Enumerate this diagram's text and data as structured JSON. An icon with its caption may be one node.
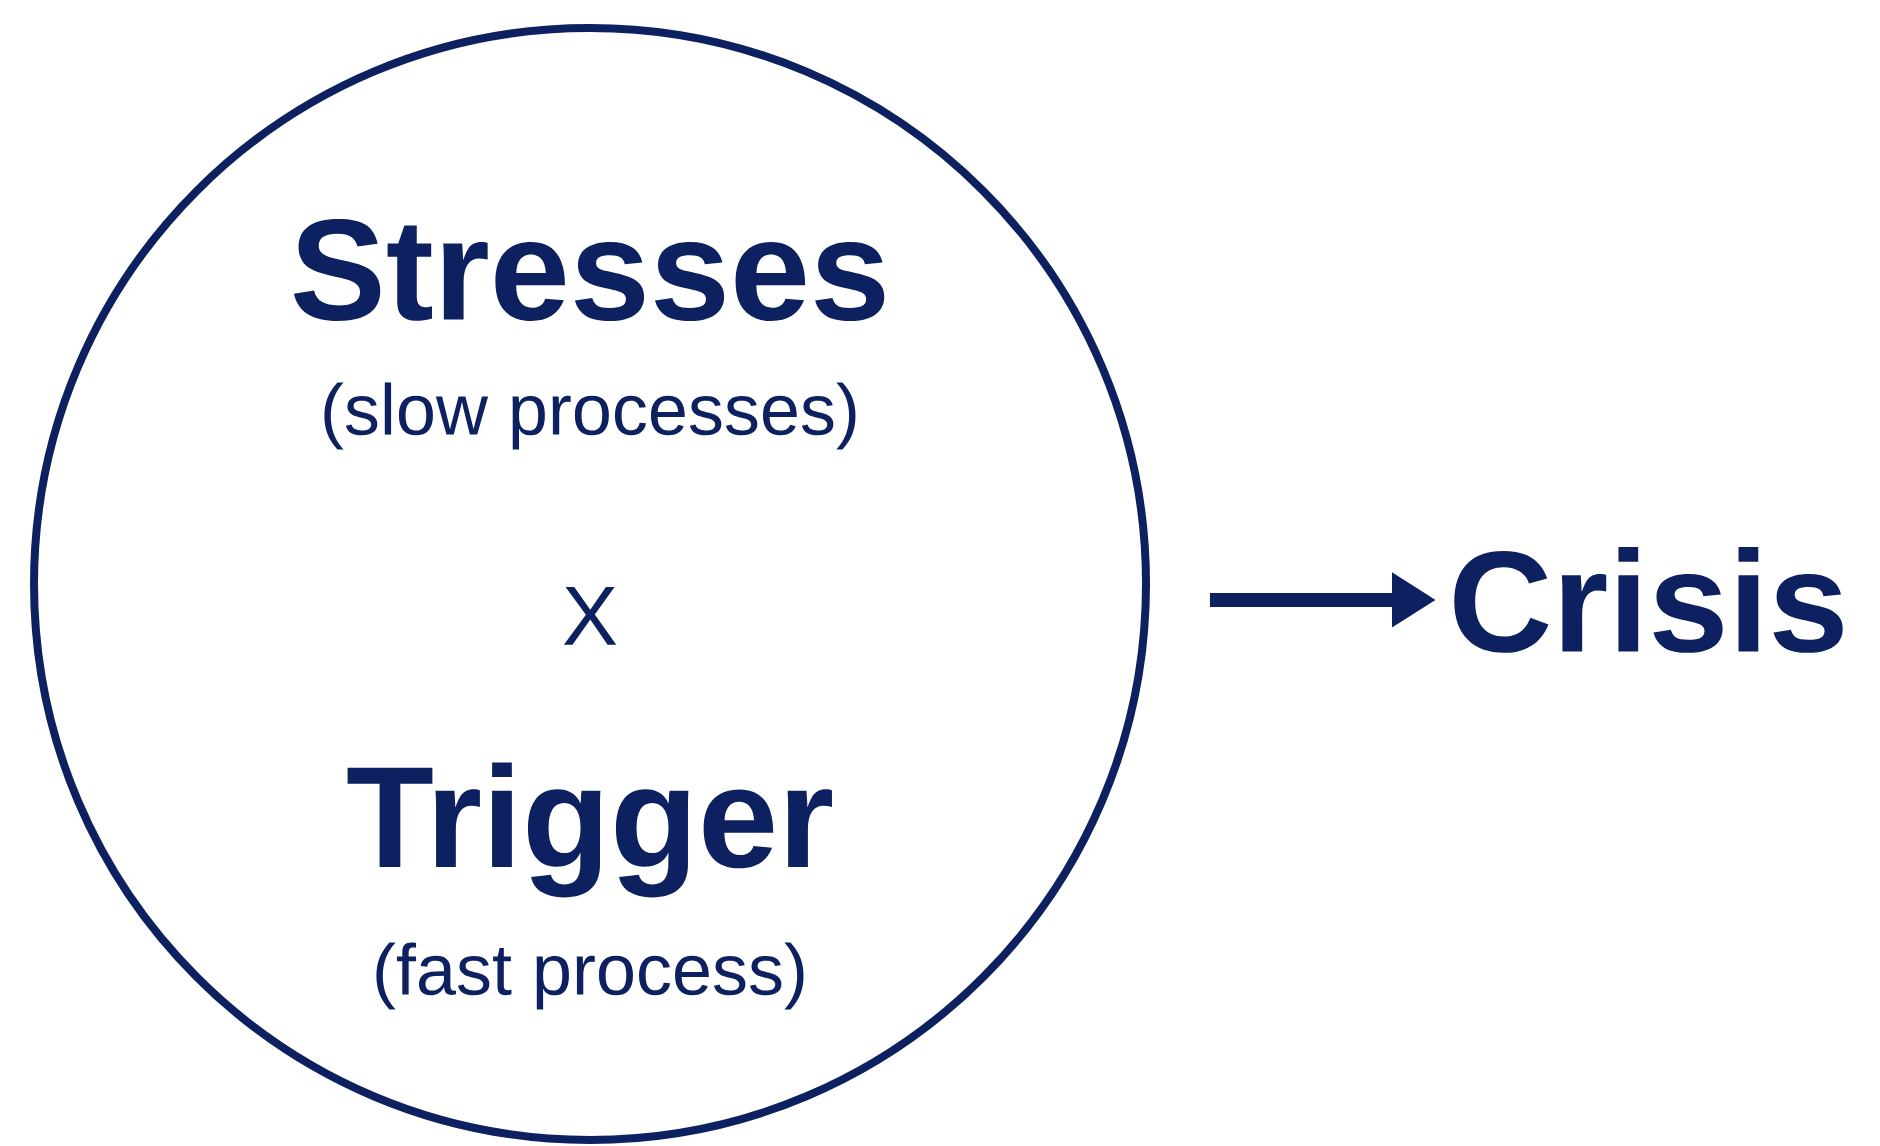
{
  "diagram": {
    "nodes": [
      {
        "text": [
          "Stresses",
          "(slow processes)",
          "X",
          "Trigger",
          "(fast process)"
        ]
      },
      {
        "text": [
          "Crisis"
        ]
      }
    ],
    "edges": [
      {
        "from": 0,
        "to": 1,
        "arrow": "to"
      }
    ]
  }
}
